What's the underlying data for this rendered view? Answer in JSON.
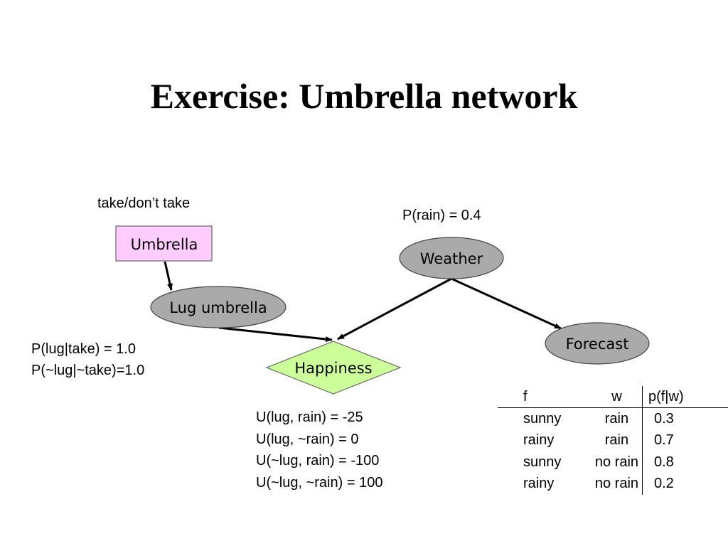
{
  "slide": {
    "title": "Exercise: Umbrella network"
  },
  "nodes": {
    "umbrella": {
      "label": "Umbrella",
      "fill": "#ffccff"
    },
    "lug": {
      "label": "Lug umbrella",
      "fill": "#aaaaaa"
    },
    "weather": {
      "label": "Weather",
      "fill": "#aaaaaa"
    },
    "forecast": {
      "label": "Forecast",
      "fill": "#aaaaaa"
    },
    "happiness": {
      "label": "Happiness",
      "fill": "#ccff99"
    }
  },
  "annotations": {
    "decision_options": "take/don’t take",
    "prior": "P(rain) = 0.4",
    "lug_probs": [
      "P(lug|take) = 1.0",
      "P(~lug|~take)=1.0"
    ],
    "utilities": [
      "U(lug, rain) = -25",
      "U(lug, ~rain) = 0",
      "U(~lug, rain) = -100",
      "U(~lug, ~rain) = 100"
    ]
  },
  "forecast_table": {
    "headers": [
      "f",
      "w",
      "p(f|w)"
    ],
    "rows": [
      [
        "sunny",
        "rain",
        "0.3"
      ],
      [
        "rainy",
        "rain",
        "0.7"
      ],
      [
        "sunny",
        "no rain",
        "0.8"
      ],
      [
        "rainy",
        "no rain",
        "0.2"
      ]
    ]
  }
}
